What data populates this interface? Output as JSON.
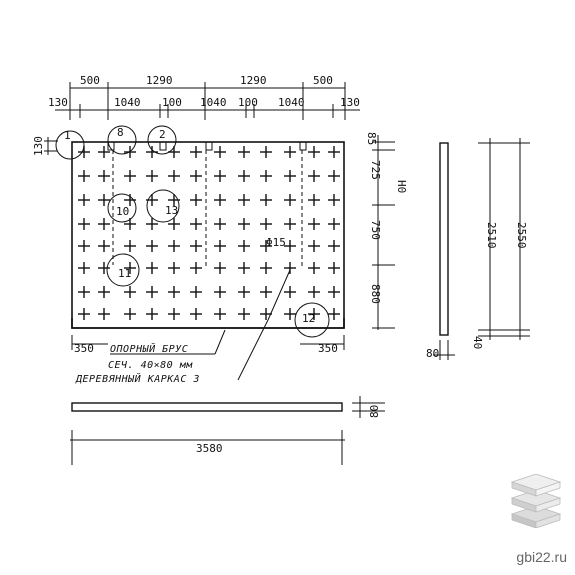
{
  "dimensions": {
    "top_row1": [
      "500",
      "1290",
      "1290",
      "500"
    ],
    "top_row2": [
      "130",
      "1040",
      "100",
      "1040",
      "100",
      "1040",
      "130"
    ],
    "left": [
      "130"
    ],
    "right": [
      "85",
      "725",
      "750",
      "880"
    ],
    "right_marker": "H0",
    "section_right": [
      "2510",
      "2550"
    ],
    "section_bottom": [
      "80",
      "40"
    ],
    "bottom_left": "350",
    "bottom_right": "350",
    "bottom_section_height": "80",
    "overall_width": "3580"
  },
  "callouts": [
    "1",
    "8",
    "2",
    "10",
    "13",
    "11",
    "12"
  ],
  "diameter_label": "Φ15",
  "notes": {
    "line1": "ОПОРНЫЙ БРУС",
    "line2": "СЕЧ. 40×80 мм",
    "line3": "ДЕРЕВЯННЫЙ КАРКАС 3"
  },
  "watermark": "gbi22.ru"
}
